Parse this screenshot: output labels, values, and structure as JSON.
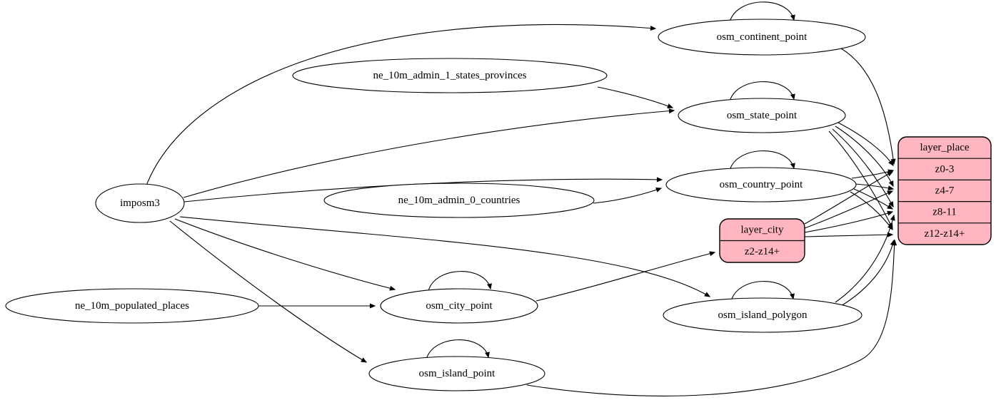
{
  "diagram": {
    "colors": {
      "record_fill": "#ffb6c1",
      "ellipse_fill": "#ffffff",
      "stroke": "#000000",
      "background": "#ffffff"
    },
    "nodes": [
      {
        "id": "imposm3",
        "kind": "ellipse",
        "label": "imposm3",
        "self_loop": false
      },
      {
        "id": "ne_10m_admin_1_states_provinces",
        "kind": "ellipse",
        "label": "ne_10m_admin_1_states_provinces",
        "self_loop": false
      },
      {
        "id": "ne_10m_admin_0_countries",
        "kind": "ellipse",
        "label": "ne_10m_admin_0_countries",
        "self_loop": false
      },
      {
        "id": "ne_10m_populated_places",
        "kind": "ellipse",
        "label": "ne_10m_populated_places",
        "self_loop": false
      },
      {
        "id": "osm_continent_point",
        "kind": "ellipse",
        "label": "osm_continent_point",
        "self_loop": true
      },
      {
        "id": "osm_state_point",
        "kind": "ellipse",
        "label": "osm_state_point",
        "self_loop": true
      },
      {
        "id": "osm_country_point",
        "kind": "ellipse",
        "label": "osm_country_point",
        "self_loop": true
      },
      {
        "id": "osm_city_point",
        "kind": "ellipse",
        "label": "osm_city_point",
        "self_loop": true
      },
      {
        "id": "osm_island_polygon",
        "kind": "ellipse",
        "label": "osm_island_polygon",
        "self_loop": true
      },
      {
        "id": "osm_island_point",
        "kind": "ellipse",
        "label": "osm_island_point",
        "self_loop": true
      },
      {
        "id": "layer_city",
        "kind": "record",
        "label": "layer_city",
        "rows": [
          "z2-z14+"
        ]
      },
      {
        "id": "layer_place",
        "kind": "record",
        "label": "layer_place",
        "rows": [
          "z0-3",
          "z4-7",
          "z8-11",
          "z12-z14+"
        ]
      }
    ],
    "edges": [
      {
        "from": "imposm3",
        "to": "osm_continent_point"
      },
      {
        "from": "imposm3",
        "to": "osm_state_point"
      },
      {
        "from": "imposm3",
        "to": "osm_country_point"
      },
      {
        "from": "imposm3",
        "to": "osm_city_point"
      },
      {
        "from": "imposm3",
        "to": "osm_island_polygon"
      },
      {
        "from": "imposm3",
        "to": "osm_island_point"
      },
      {
        "from": "ne_10m_admin_1_states_provinces",
        "to": "osm_state_point"
      },
      {
        "from": "ne_10m_admin_0_countries",
        "to": "osm_country_point"
      },
      {
        "from": "ne_10m_populated_places",
        "to": "osm_city_point"
      },
      {
        "from": "osm_continent_point",
        "to": "osm_continent_point"
      },
      {
        "from": "osm_state_point",
        "to": "osm_state_point"
      },
      {
        "from": "osm_country_point",
        "to": "osm_country_point"
      },
      {
        "from": "osm_city_point",
        "to": "osm_city_point"
      },
      {
        "from": "osm_island_polygon",
        "to": "osm_island_polygon"
      },
      {
        "from": "osm_island_point",
        "to": "osm_island_point"
      },
      {
        "from": "osm_city_point",
        "to": "layer_city",
        "to_row": "z2-z14+"
      },
      {
        "from": "osm_continent_point",
        "to": "layer_place",
        "to_row": "z0-3"
      },
      {
        "from": "osm_state_point",
        "to": "layer_place",
        "to_row": "z0-3"
      },
      {
        "from": "osm_state_point",
        "to": "layer_place",
        "to_row": "z4-7"
      },
      {
        "from": "osm_state_point",
        "to": "layer_place",
        "to_row": "z8-11"
      },
      {
        "from": "osm_state_point",
        "to": "layer_place",
        "to_row": "z12-z14+"
      },
      {
        "from": "osm_country_point",
        "to": "layer_place",
        "to_row": "z0-3"
      },
      {
        "from": "osm_country_point",
        "to": "layer_place",
        "to_row": "z4-7"
      },
      {
        "from": "osm_country_point",
        "to": "layer_place",
        "to_row": "z8-11"
      },
      {
        "from": "osm_country_point",
        "to": "layer_place",
        "to_row": "z12-z14+"
      },
      {
        "from": "layer_city",
        "to": "layer_place",
        "to_row": "z0-3"
      },
      {
        "from": "layer_city",
        "to": "layer_place",
        "to_row": "z4-7"
      },
      {
        "from": "layer_city",
        "to": "layer_place",
        "to_row": "z8-11"
      },
      {
        "from": "layer_city",
        "to": "layer_place",
        "to_row": "z12-z14+"
      },
      {
        "from": "osm_island_polygon",
        "to": "layer_place",
        "to_row": "z8-11"
      },
      {
        "from": "osm_island_polygon",
        "to": "layer_place",
        "to_row": "z12-z14+"
      },
      {
        "from": "osm_island_point",
        "to": "layer_place",
        "to_row": "z12-z14+"
      }
    ]
  }
}
